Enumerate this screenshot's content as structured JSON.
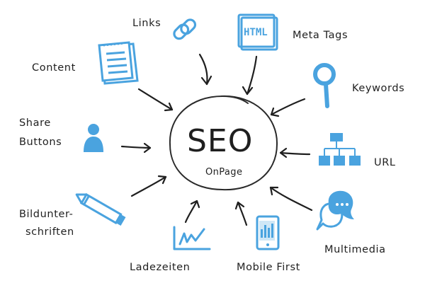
{
  "center": {
    "title": "SEO",
    "subtitle": "OnPage"
  },
  "labels": {
    "links": "Links",
    "meta_tags": "Meta Tags",
    "keywords": "Keywords",
    "content": "Content",
    "share_line1": "Share",
    "share_line2": "Buttons",
    "url": "URL",
    "bild_line1": "Bildunter-",
    "bild_line2": "schriften",
    "multimedia": "Multimedia",
    "ladezeiten": "Ladezeiten",
    "mobile_first": "Mobile First"
  },
  "icons": {
    "links": "chain-link-icon",
    "meta_tags": "html-tag-icon",
    "keywords": "magnifier-icon",
    "content": "document-icon",
    "share": "person-icon",
    "url": "sitemap-icon",
    "bild": "pencil-icon",
    "multimedia": "speech-bubbles-icon",
    "ladezeiten": "line-chart-icon",
    "mobile_first": "mobile-phone-icon",
    "html_tag_text": "HTML"
  },
  "colors": {
    "accent": "#4aa3df",
    "ink": "#1f1f1f"
  }
}
